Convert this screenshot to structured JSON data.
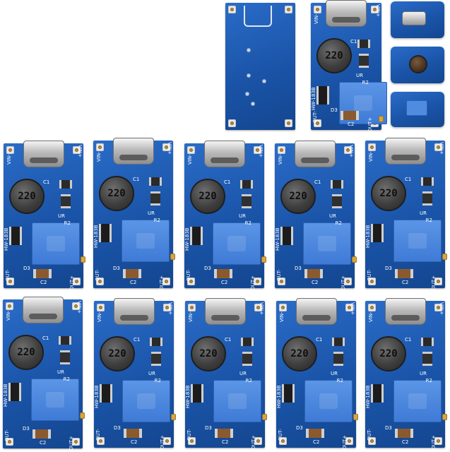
{
  "board": {
    "vin_minus": "VIN-",
    "vin_plus": "VIN+",
    "inductor": "220",
    "model": "HW-183B",
    "c1": "C1",
    "ur": "UR",
    "r2": "R2",
    "d3": "D3",
    "c2": "C2",
    "out_minus": "OUT-",
    "out_plus": "OUT+"
  },
  "colors": {
    "pcb_blue": "#1a54a8",
    "potentiometer_blue": "#3f7bd6",
    "inductor_gray": "#3e3e3e",
    "usb_c_silver": "#b9b9b9",
    "background": "#ffffff"
  }
}
